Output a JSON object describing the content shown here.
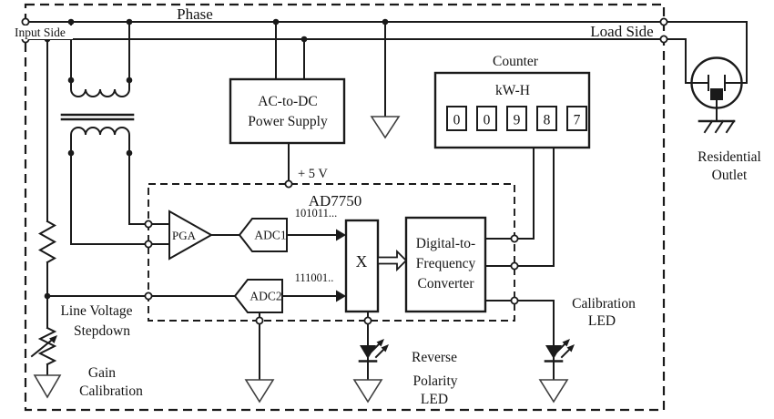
{
  "power_lines": {
    "phase": "Phase",
    "input_side": "Input Side",
    "load_side": "Load Side"
  },
  "power_supply": {
    "name_line1": "AC-to-DC",
    "name_line2": "Power Supply",
    "output_rail": "+ 5 V"
  },
  "counter": {
    "title": "Counter",
    "units": "kW-H",
    "digits": [
      "0",
      "0",
      "9",
      "8",
      "7"
    ]
  },
  "ad7750": {
    "part_number": "AD7750",
    "pga": "PGA",
    "adc1": "ADC1",
    "adc2": "ADC2",
    "bitstream_current": "101011...",
    "bitstream_voltage": "111001..",
    "multiplier": "X",
    "dfc_line1": "Digital-to-",
    "dfc_line2": "Frequency",
    "dfc_line3": "Converter"
  },
  "left_labels": {
    "line_voltage_1": "Line Voltage",
    "line_voltage_2": "Stepdown",
    "gain_1": "Gain",
    "gain_2": "Calibration"
  },
  "led_labels": {
    "reverse_1": "Reverse",
    "reverse_2": "Polarity",
    "reverse_3": "LED",
    "cal_1": "Calibration",
    "cal_2": "LED"
  },
  "outlet": {
    "line1": "Residential",
    "line2": "Outlet"
  },
  "colors": {
    "line": "#1a1a1a",
    "background": "#ffffff"
  }
}
